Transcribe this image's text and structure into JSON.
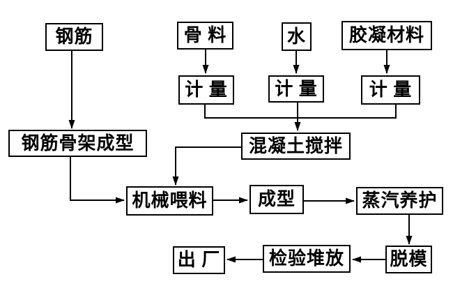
{
  "diagram": {
    "title": "",
    "background_color": "#ffffff",
    "box_fill_color": "#ffffff",
    "box_border_color": "#000000",
    "text_color": "#000000",
    "arrow_color": "#000000",
    "nodes": [
      {
        "id": "steel-rebar",
        "label": "钢筋"
      },
      {
        "id": "aggregate",
        "label": "骨 料"
      },
      {
        "id": "water",
        "label": "水"
      },
      {
        "id": "cementitious-material",
        "label": "胶凝材料"
      },
      {
        "id": "metering-aggregate",
        "label": "计 量"
      },
      {
        "id": "metering-water",
        "label": "计 量"
      },
      {
        "id": "metering-cementitious",
        "label": "计 量"
      },
      {
        "id": "rebar-skeleton-forming",
        "label": "钢筋骨架成型"
      },
      {
        "id": "concrete-mixing",
        "label": "混凝土搅拌"
      },
      {
        "id": "mechanical-feeding",
        "label": "机械喂料"
      },
      {
        "id": "forming",
        "label": "成型"
      },
      {
        "id": "steam-curing",
        "label": "蒸汽养护"
      },
      {
        "id": "demolding",
        "label": "脱模"
      },
      {
        "id": "inspection-stacking",
        "label": "检验堆放"
      },
      {
        "id": "factory-shipping",
        "label": "出 厂"
      }
    ],
    "edges": [
      {
        "from": "steel-rebar",
        "to": "rebar-skeleton-forming"
      },
      {
        "from": "aggregate",
        "to": "metering-aggregate"
      },
      {
        "from": "water",
        "to": "metering-water"
      },
      {
        "from": "cementitious-material",
        "to": "metering-cementitious"
      },
      {
        "from": "metering-aggregate",
        "to": "concrete-mixing"
      },
      {
        "from": "metering-water",
        "to": "concrete-mixing"
      },
      {
        "from": "metering-cementitious",
        "to": "concrete-mixing"
      },
      {
        "from": "concrete-mixing",
        "to": "mechanical-feeding"
      },
      {
        "from": "rebar-skeleton-forming",
        "to": "mechanical-feeding"
      },
      {
        "from": "mechanical-feeding",
        "to": "forming"
      },
      {
        "from": "forming",
        "to": "steam-curing"
      },
      {
        "from": "steam-curing",
        "to": "demolding"
      },
      {
        "from": "demolding",
        "to": "inspection-stacking"
      },
      {
        "from": "inspection-stacking",
        "to": "factory-shipping"
      }
    ]
  }
}
